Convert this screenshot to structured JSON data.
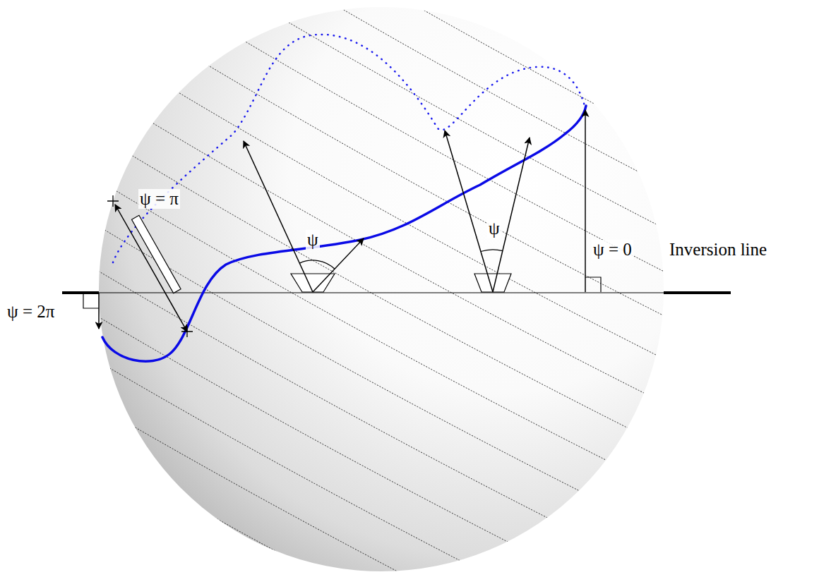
{
  "diagram": {
    "labels": [
      "ψ = π",
      "ψ",
      "ψ",
      "ψ = 0",
      "Inversion line",
      "ψ = 2π"
    ]
  }
}
